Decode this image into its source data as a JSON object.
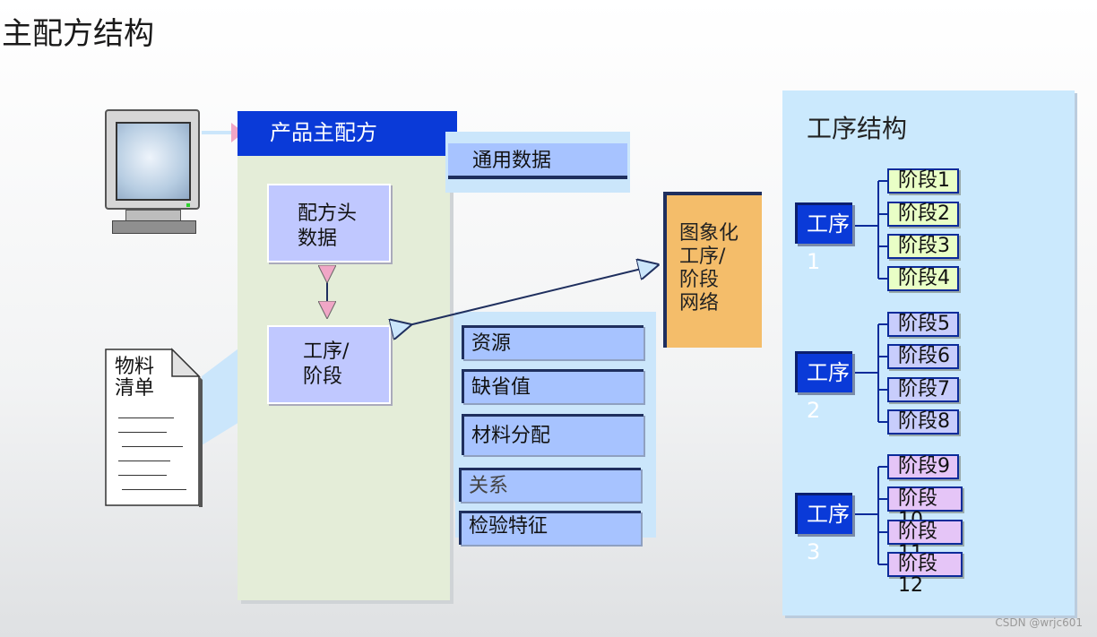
{
  "title": "主配方结构",
  "watermark": "CSDN @wrjc601",
  "main_panel": {
    "header": "产品主配方",
    "recipe_header_line1": "配方头",
    "recipe_header_line2": "数据",
    "operation_line1": "工序/",
    "operation_line2": "阶段"
  },
  "general_data": "通用数据",
  "sub_items": [
    "资源",
    "缺省值",
    "材料分配",
    "关系",
    "检验特征"
  ],
  "graphical": [
    "图象化",
    "工序/",
    "阶段",
    "网络"
  ],
  "bom": {
    "line1": "物料",
    "line2": "清单"
  },
  "structure": {
    "title": "工序结构",
    "operations": [
      {
        "label": "工序1",
        "phases": [
          "阶段1",
          "阶段2",
          "阶段3",
          "阶段4"
        ]
      },
      {
        "label": "工序2",
        "phases": [
          "阶段5",
          "阶段6",
          "阶段7",
          "阶段8"
        ]
      },
      {
        "label": "工序3",
        "phases": [
          "阶段9",
          "阶段10",
          "阶段11",
          "阶段12"
        ]
      }
    ]
  },
  "colors": {
    "header_blue": "#0a3ad8",
    "panel_green": "#e4edd8",
    "light_blue": "#cbe9fd",
    "item_blue": "#a7c3ff",
    "graphic_orange": "#f4bd6a",
    "phase_green": "#e9ffc6",
    "phase_lavender": "#c8cdfc",
    "phase_pink": "#e5c5f7"
  },
  "icons": [
    "monitor-icon",
    "document-icon"
  ]
}
